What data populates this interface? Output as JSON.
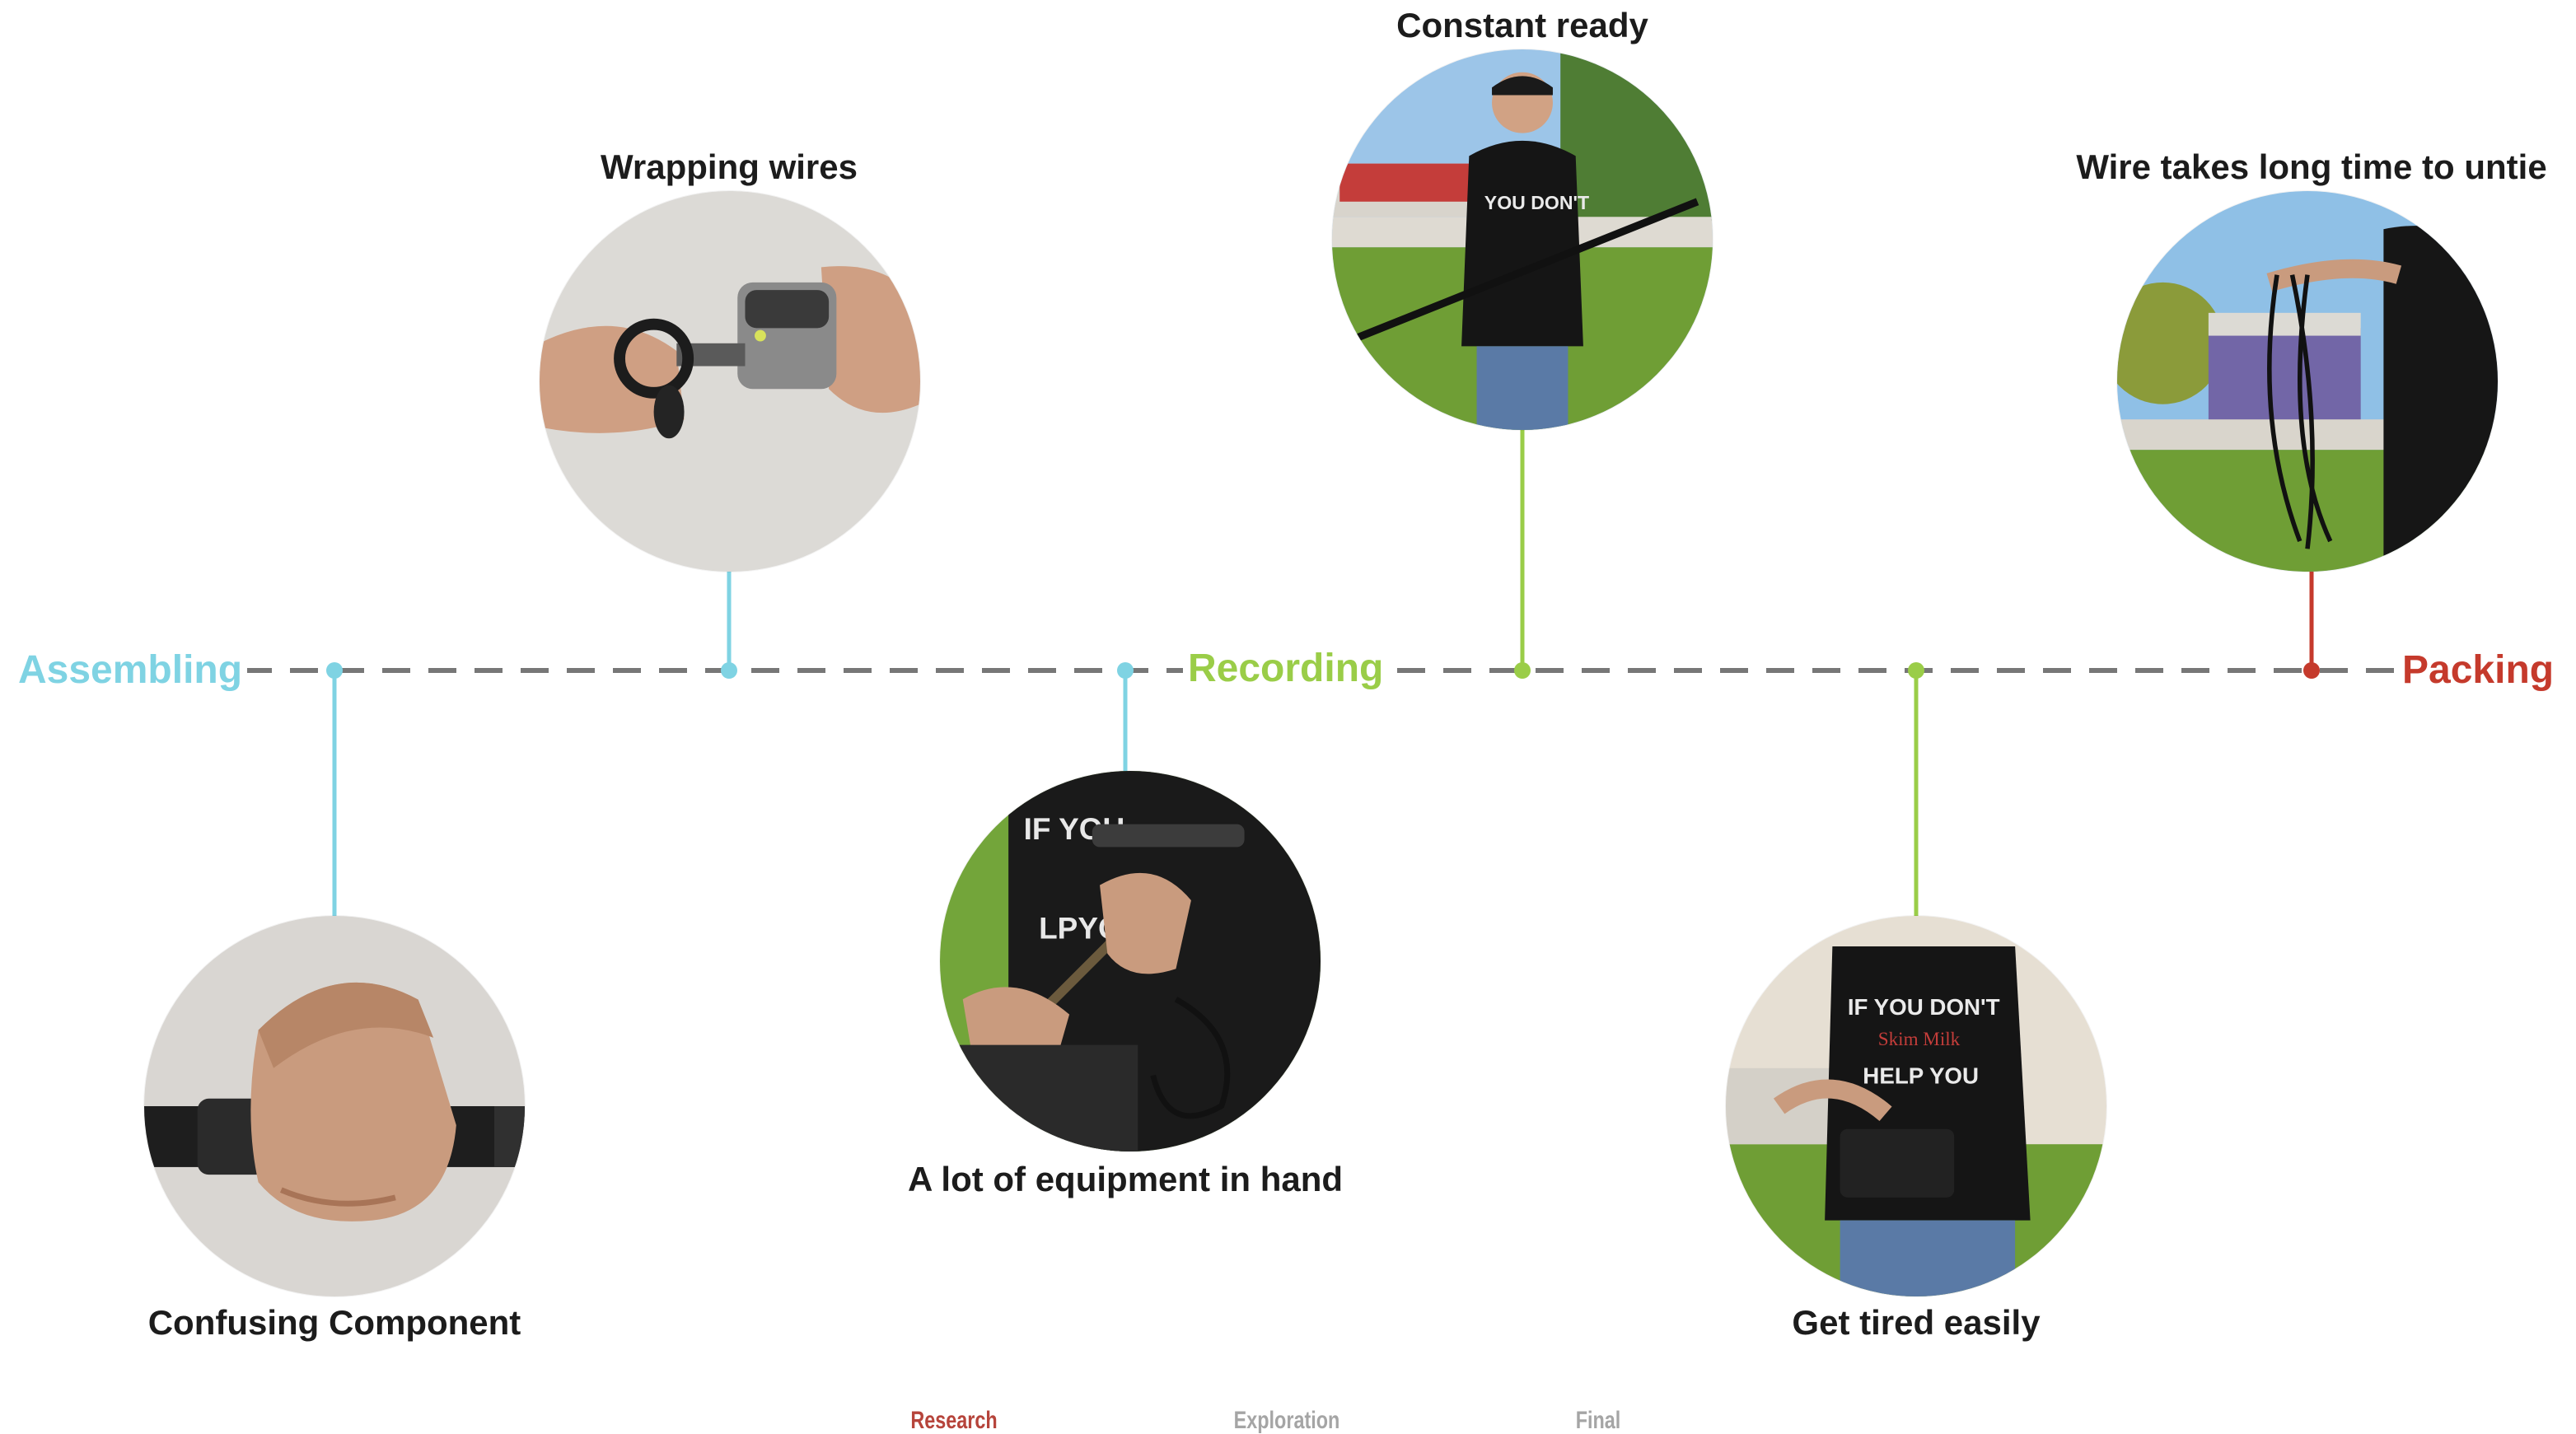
{
  "colors": {
    "assembling": "#7fd3e3",
    "recording": "#9acd48",
    "packing": "#c53a2c",
    "timeline": "#777777",
    "nav_active": "#b6443b",
    "nav_inactive": "#a5a5a5"
  },
  "phases": {
    "assembling": "Assembling",
    "recording": "Recording",
    "packing": "Packing"
  },
  "steps": [
    {
      "caption": "Confusing Component",
      "phase": "assembling"
    },
    {
      "caption": "Wrapping wires",
      "phase": "assembling"
    },
    {
      "caption": "A lot of equipment in hand",
      "phase": "assembling"
    },
    {
      "caption": "Constant ready",
      "phase": "recording"
    },
    {
      "caption": "Get tired easily",
      "phase": "recording"
    },
    {
      "caption": "Wire takes long time to untie",
      "phase": "packing"
    }
  ],
  "nav": {
    "research": "Research",
    "exploration": "Exploration",
    "final": "Final",
    "active": "research"
  }
}
